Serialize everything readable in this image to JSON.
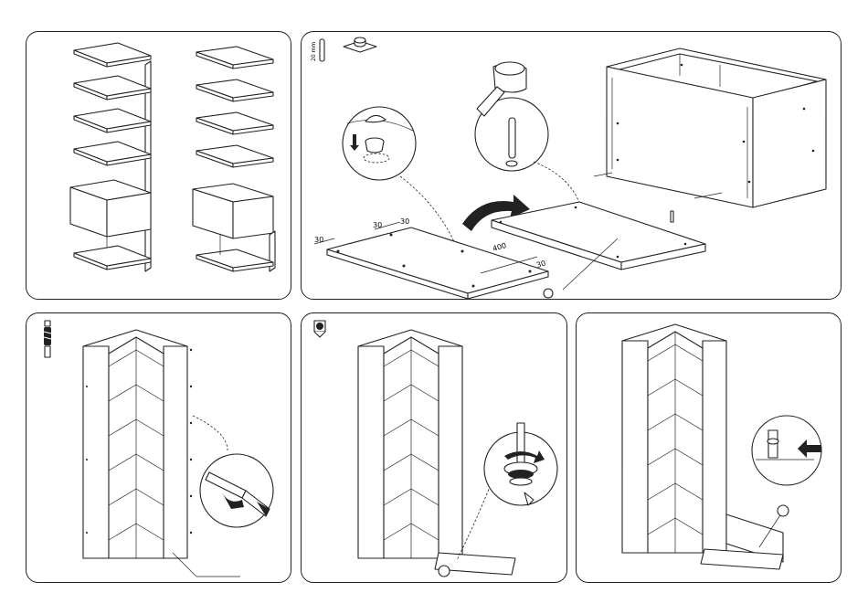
{
  "panels": {
    "p2": {
      "hardware_label": "20 mm",
      "dimensions": {
        "d1": "30",
        "d2": "30",
        "d3": "30",
        "d4": "400",
        "d5": "30"
      }
    }
  },
  "colors": {
    "line": "#222222",
    "background": "#ffffff"
  },
  "icons": [
    "dowel-icon",
    "furniture-pad-icon",
    "cam-bolt-icon",
    "cam-lock-icon",
    "hammer-icon",
    "screwdriver-icon",
    "rotate-arrow-icon",
    "push-arrow-icon"
  ]
}
